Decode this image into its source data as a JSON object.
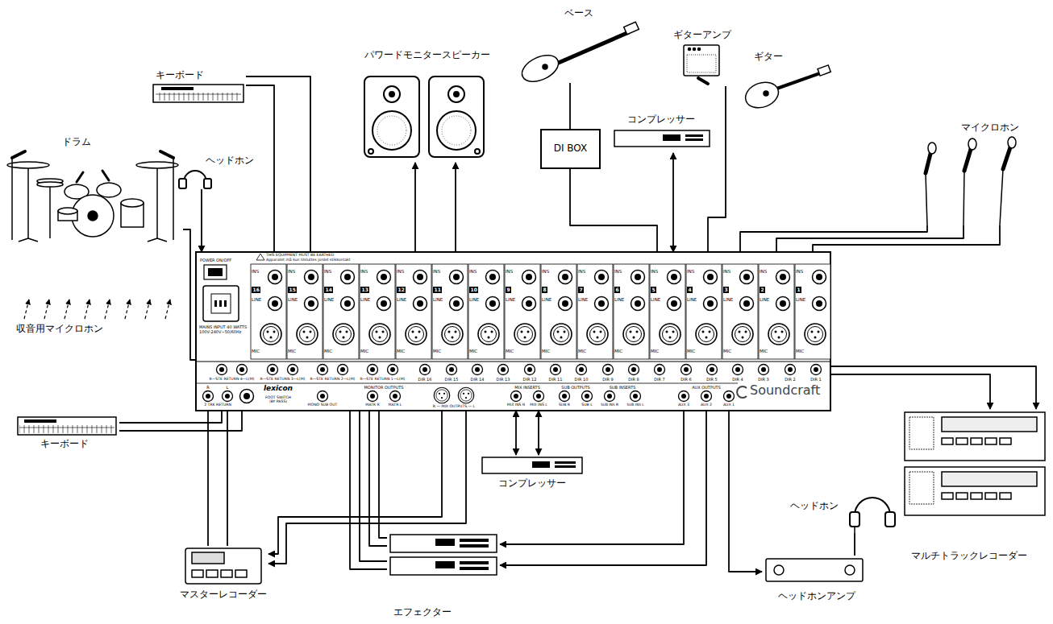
{
  "diagram": {
    "nodes": [
      {
        "text": [
          "ベース"
        ]
      },
      {
        "text": [
          "パワードモニタースピーカー"
        ]
      },
      {
        "text": [
          "ギターアンプ"
        ]
      },
      {
        "text": [
          "ギター"
        ]
      },
      {
        "text": [
          "キーボード"
        ]
      },
      {
        "text": [
          "ヘッドホン"
        ]
      },
      {
        "text": [
          "ドラム"
        ]
      },
      {
        "text": [
          "DI BOX"
        ]
      },
      {
        "text": [
          "コンプレッサー"
        ]
      },
      {
        "text": [
          "マイクロホン"
        ]
      },
      {
        "text": [
          "Soundcraft"
        ]
      },
      {
        "text": [
          "キーボード"
        ]
      },
      {
        "text": [
          "マルチトラックレコーダー"
        ]
      },
      {
        "text": [
          "コンプレッサー"
        ]
      },
      {
        "text": [
          "ヘッドホン"
        ]
      },
      {
        "text": [
          "マスターレコーダー"
        ]
      },
      {
        "text": [
          "ヘッドホンアンプ"
        ]
      },
      {
        "text": [
          "エフェクター"
        ]
      }
    ],
    "edges": [
      {
        "from": 0,
        "to": 7,
        "arrow": "none"
      },
      {
        "from": 7,
        "to": 10,
        "arrow": "none"
      },
      {
        "from": 8,
        "to": 10,
        "arrow": "both"
      },
      {
        "from": 2,
        "to": 10,
        "arrow": "none"
      },
      {
        "from": 9,
        "to": 10,
        "arrow": "none"
      },
      {
        "from": 9,
        "to": 10,
        "arrow": "none"
      },
      {
        "from": 9,
        "to": 10,
        "arrow": "none"
      },
      {
        "from": 4,
        "to": 10,
        "arrow": "none"
      },
      {
        "from": 4,
        "to": 10,
        "arrow": "none"
      },
      {
        "from": 5,
        "to": 10,
        "arrow": "to"
      },
      {
        "from": 10,
        "to": 1,
        "arrow": "to"
      },
      {
        "from": 10,
        "to": 1,
        "arrow": "to"
      },
      {
        "from": 6,
        "to": 10,
        "arrow": "none"
      },
      {
        "from": 10,
        "to": 12,
        "arrow": "to"
      },
      {
        "from": 10,
        "to": 12,
        "arrow": "to"
      },
      {
        "from": 11,
        "to": 10,
        "arrow": "none"
      },
      {
        "from": 11,
        "to": 10,
        "arrow": "none"
      },
      {
        "from": 15,
        "to": 10,
        "arrow": "none"
      },
      {
        "from": 15,
        "to": 10,
        "arrow": "none"
      },
      {
        "from": 10,
        "to": 15,
        "arrow": "to"
      },
      {
        "from": 10,
        "to": 15,
        "arrow": "to"
      },
      {
        "from": 13,
        "to": 10,
        "arrow": "both"
      },
      {
        "from": 13,
        "to": 10,
        "arrow": "both"
      },
      {
        "from": 10,
        "to": 17,
        "arrow": "to"
      },
      {
        "from": 10,
        "to": 17,
        "arrow": "to"
      },
      {
        "from": 17,
        "to": 10,
        "arrow": "none"
      },
      {
        "from": 17,
        "to": 10,
        "arrow": "none"
      },
      {
        "from": 17,
        "to": 10,
        "arrow": "none"
      },
      {
        "from": 17,
        "to": 10,
        "arrow": "none"
      },
      {
        "from": 10,
        "to": 16,
        "arrow": "to"
      },
      {
        "from": 16,
        "to": 14,
        "arrow": "none"
      }
    ],
    "labels": [
      "収音用マイクロホン",
      "POWER ON/OFF",
      "THIS EQUIPMENT MUST BE EARTHED",
      "Apparatet må kun tilsluttes jordet stikkontakt",
      "MAINS INPUT 40 WATTS 100V-240V~50/60Hz",
      "INS",
      "16",
      "LINE",
      "MIC",
      "INS",
      "15",
      "LINE",
      "MIC",
      "INS",
      "14",
      "LINE",
      "MIC",
      "INS",
      "13",
      "LINE",
      "MIC",
      "INS",
      "12",
      "LINE",
      "MIC",
      "INS",
      "11",
      "LINE",
      "MIC",
      "INS",
      "10",
      "LINE",
      "MIC",
      "INS",
      "9",
      "LINE",
      "MIC",
      "INS",
      "8",
      "LINE",
      "MIC",
      "INS",
      "7",
      "LINE",
      "MIC",
      "INS",
      "6",
      "LINE",
      "MIC",
      "INS",
      "5",
      "LINE",
      "MIC",
      "INS",
      "4",
      "LINE",
      "MIC",
      "INS",
      "3",
      "LINE",
      "MIC",
      "INS",
      "2",
      "LINE",
      "MIC",
      "INS",
      "1",
      "LINE",
      "MIC",
      "DIR 16",
      "DIR 15",
      "DIR 14",
      "DIR 13",
      "DIR 12",
      "DIR 11",
      "DIR 10",
      "DIR 9",
      "DIR 8",
      "DIR 7",
      "DIR 6",
      "DIR 5",
      "DIR 4",
      "DIR 3",
      "DIR 2",
      "DIR 1",
      "R—STE RETURN 4—L(M)",
      "R—STE RETURN 3—L(M)",
      "R—STE RETURN 2—L(M)",
      "R—STE RETURN 1—L(M)",
      "R",
      "L",
      "2 TRK RETURN",
      "lexicon",
      "FOOT SWITCH (BY PASS)",
      "MONO SUB OUT",
      "MONITOR OUTPUTS",
      "MATR R",
      "MATR L",
      "R — MIX OUTPUTS — L",
      "MIX INSERTS",
      "MIX INS R",
      "MIX INS L",
      "SUB OUTPUTS",
      "SUB R",
      "SUB L",
      "SUB INSERTS",
      "SUB INS R",
      "SUB INS L",
      "AUX OUTPUTS",
      "AUX 3",
      "AUX 2",
      "AUX 1"
    ]
  }
}
